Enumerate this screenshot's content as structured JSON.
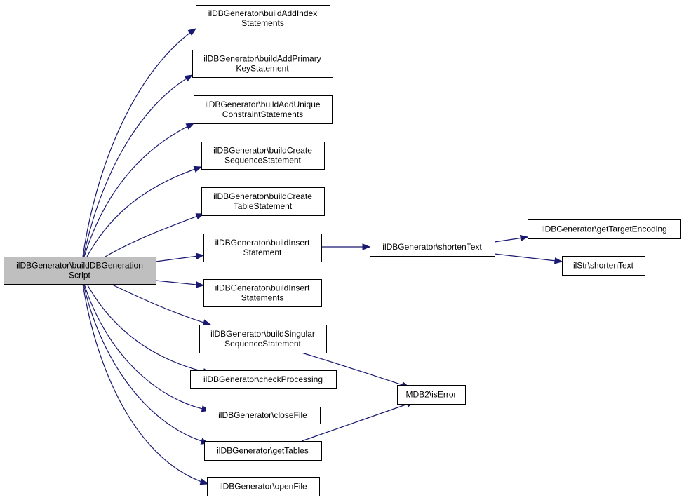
{
  "diagram": {
    "type": "call-graph",
    "colors": {
      "edge": "#191970",
      "root_fill": "#bfbfbf",
      "node_fill": "#ffffff",
      "border": "#000000"
    },
    "nodes": [
      {
        "id": "root",
        "lines": [
          "ilDBGenerator\\buildDBGeneration",
          "Script"
        ]
      },
      {
        "id": "n1",
        "lines": [
          "ilDBGenerator\\buildAddIndex",
          "Statements"
        ]
      },
      {
        "id": "n2",
        "lines": [
          "ilDBGenerator\\buildAddPrimary",
          "KeyStatement"
        ]
      },
      {
        "id": "n3",
        "lines": [
          "ilDBGenerator\\buildAddUnique",
          "ConstraintStatements"
        ]
      },
      {
        "id": "n4",
        "lines": [
          "ilDBGenerator\\buildCreate",
          "SequenceStatement"
        ]
      },
      {
        "id": "n5",
        "lines": [
          "ilDBGenerator\\buildCreate",
          "TableStatement"
        ]
      },
      {
        "id": "n6",
        "lines": [
          "ilDBGenerator\\buildInsert",
          "Statement"
        ]
      },
      {
        "id": "n7",
        "lines": [
          "ilDBGenerator\\buildInsert",
          "Statements"
        ]
      },
      {
        "id": "n8",
        "lines": [
          "ilDBGenerator\\buildSingular",
          "SequenceStatement"
        ]
      },
      {
        "id": "n9",
        "lines": [
          "ilDBGenerator\\checkProcessing"
        ]
      },
      {
        "id": "n10",
        "lines": [
          "ilDBGenerator\\closeFile"
        ]
      },
      {
        "id": "n11",
        "lines": [
          "ilDBGenerator\\getTables"
        ]
      },
      {
        "id": "n12",
        "lines": [
          "ilDBGenerator\\openFile"
        ]
      },
      {
        "id": "n13",
        "lines": [
          "ilDBGenerator\\shortenText"
        ]
      },
      {
        "id": "n14",
        "lines": [
          "ilDBGenerator\\getTargetEncoding"
        ]
      },
      {
        "id": "n15",
        "lines": [
          "ilStr\\shortenText"
        ]
      },
      {
        "id": "n16",
        "lines": [
          "MDB2\\isError"
        ]
      }
    ],
    "edges": [
      {
        "from": "root",
        "to": "n1"
      },
      {
        "from": "root",
        "to": "n2"
      },
      {
        "from": "root",
        "to": "n3"
      },
      {
        "from": "root",
        "to": "n4"
      },
      {
        "from": "root",
        "to": "n5"
      },
      {
        "from": "root",
        "to": "n6"
      },
      {
        "from": "root",
        "to": "n7"
      },
      {
        "from": "root",
        "to": "n8"
      },
      {
        "from": "root",
        "to": "n9"
      },
      {
        "from": "root",
        "to": "n10"
      },
      {
        "from": "root",
        "to": "n11"
      },
      {
        "from": "root",
        "to": "n12"
      },
      {
        "from": "n6",
        "to": "n13"
      },
      {
        "from": "n13",
        "to": "n14"
      },
      {
        "from": "n13",
        "to": "n15"
      },
      {
        "from": "n8",
        "to": "n16"
      },
      {
        "from": "n11",
        "to": "n16"
      }
    ]
  }
}
